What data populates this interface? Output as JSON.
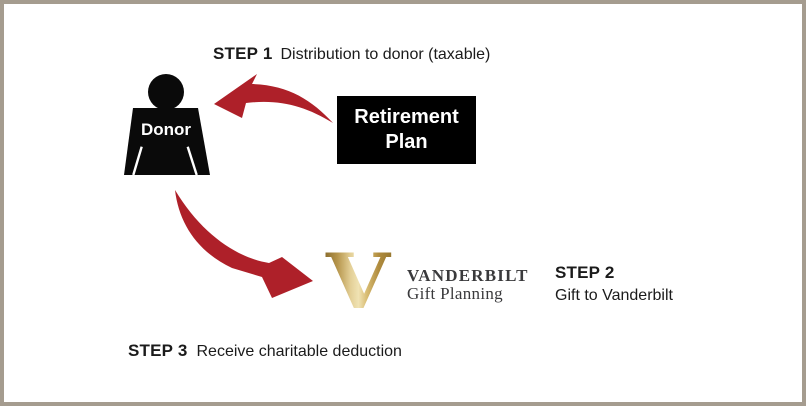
{
  "diagram": {
    "step1": {
      "label": "STEP 1",
      "text": "Distribution to donor (taxable)"
    },
    "step2": {
      "label": "STEP 2",
      "text": "Gift to Vanderbilt"
    },
    "step3": {
      "label": "STEP 3",
      "text": "Receive charitable deduction"
    },
    "donor": {
      "label": "Donor"
    },
    "retirement_plan": {
      "line1": "Retirement",
      "line2": "Plan"
    },
    "vanderbilt": {
      "monogram": "V",
      "wordmark": "VANDERBILT",
      "subtitle": "Gift Planning"
    }
  },
  "colors": {
    "frame_border": "#a59c8f",
    "background": "#ffffff",
    "arrow_red": "#ae2029",
    "silhouette_black": "#0a0a0a",
    "box_black": "#000000",
    "text_dark": "#1b1b1b",
    "wordmark_gray": "#3a3a3c",
    "gold_dark": "#8a6d2f",
    "gold_mid": "#c9ab5e",
    "gold_highlight": "#f0e3b4"
  }
}
